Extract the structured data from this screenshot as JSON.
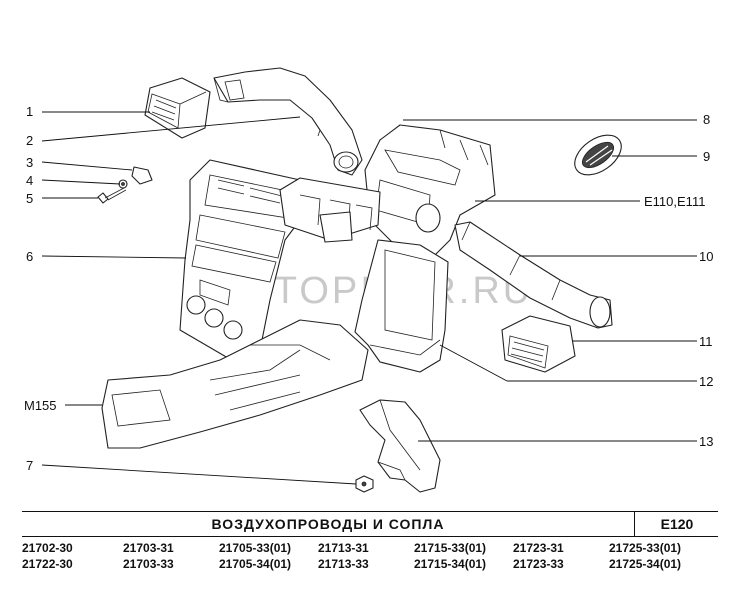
{
  "diagram": {
    "callouts": [
      "1",
      "2",
      "3",
      "4",
      "5",
      "6",
      "7",
      "8",
      "9",
      "E110,E111",
      "10",
      "11",
      "12",
      "13",
      "M155"
    ],
    "watermark": "AUTOPITER.RU"
  },
  "footer": {
    "title": "ВОЗДУХОПРОВОДЫ И СОПЛА",
    "code": "E120",
    "model_rows": [
      [
        "21702-30",
        "21703-31",
        "21705-33(01)",
        "21713-31",
        "21715-33(01)",
        "21723-31",
        "21725-33(01)"
      ],
      [
        "21722-30",
        "21703-33",
        "21705-34(01)",
        "21713-33",
        "21715-34(01)",
        "21723-33",
        "21725-34(01)"
      ]
    ]
  }
}
